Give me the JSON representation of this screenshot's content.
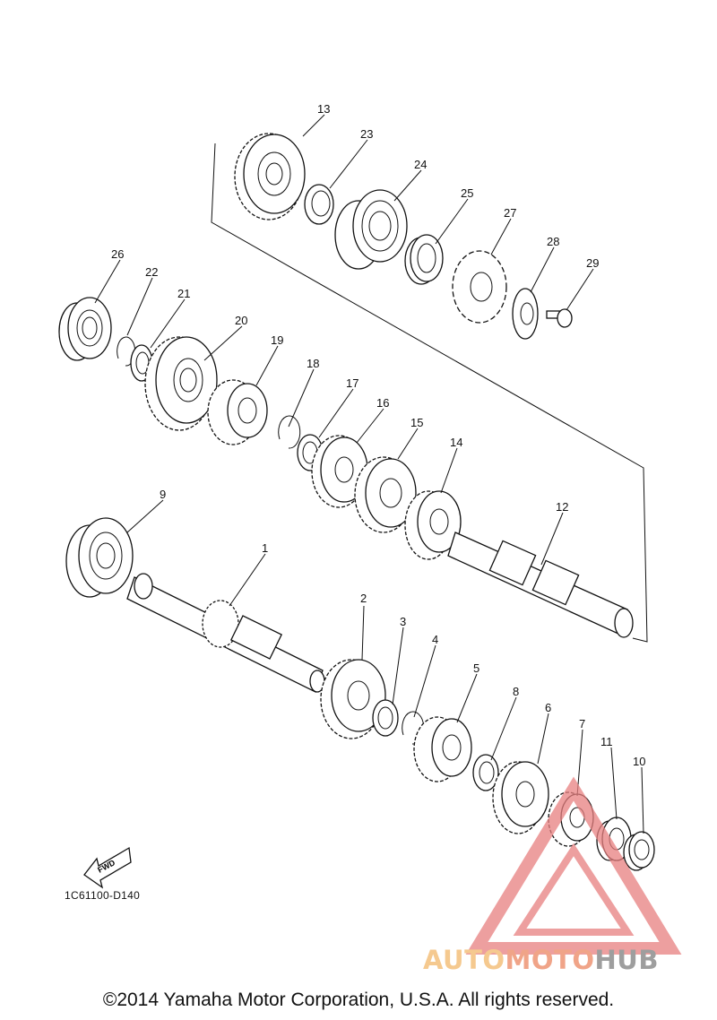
{
  "diagram": {
    "code": "1C61100-D140",
    "fwd_label": "FWD",
    "copyright": "©2014 Yamaha Motor Corporation, U.S.A. All rights reserved.",
    "callouts": [
      "1",
      "2",
      "3",
      "4",
      "5",
      "6",
      "7",
      "8",
      "9",
      "10",
      "11",
      "12",
      "13",
      "14",
      "15",
      "16",
      "17",
      "18",
      "19",
      "20",
      "21",
      "22",
      "23",
      "24",
      "25",
      "26",
      "27",
      "28",
      "29"
    ]
  },
  "watermark": {
    "part_a": "AUTO",
    "part_b": "MOTO",
    "part_c": "HUB",
    "colors": {
      "auto": "#f5c98f",
      "moto": "#f0a488",
      "hub": "#9e9e9e",
      "triangle": "#e88080"
    }
  }
}
